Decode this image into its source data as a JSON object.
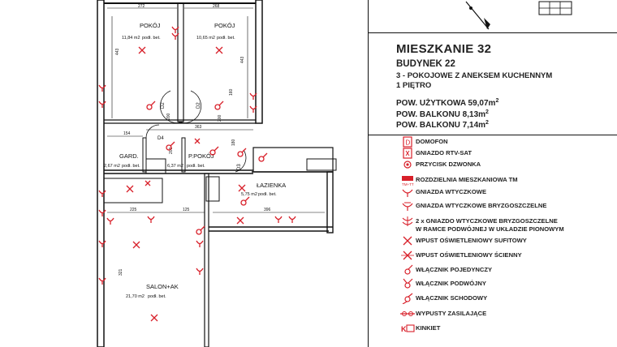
{
  "plan": {
    "rooms": [
      {
        "name": "POKÓJ",
        "area": "11,84 m2",
        "floor": "podł. bet."
      },
      {
        "name": "POKÓJ",
        "area": "10,65 m2",
        "floor": "podł. bet."
      },
      {
        "name": "GARD.",
        "area": "2,67 m2",
        "floor": "podł. bet."
      },
      {
        "name": "P.POKÓJ",
        "area": "6,37 m2",
        "floor": "podł. bet."
      },
      {
        "name": "ŁAZIENKA",
        "area": "5,75 m2",
        "floor": "podł. bet."
      },
      {
        "name": "SALON+AK",
        "area": "21,70 m2",
        "floor": "podł. bet."
      }
    ],
    "doors": [
      "D2",
      "D2",
      "D4",
      "D3"
    ],
    "dims": [
      "272",
      "268",
      "443",
      "443",
      "154",
      "363",
      "200",
      "200",
      "200",
      "180",
      "225",
      "125",
      "396",
      "321",
      "160"
    ]
  },
  "info": {
    "title": "MIESZKANIE 32",
    "building": "BUDYNEK 22",
    "type": "3 - POKOJOWE Z ANEKSEM KUCHENNYM",
    "floor": "1 PIĘTRO",
    "area_usable": "POW. UŻYTKOWA 59,07m",
    "area_usable_sup": "2",
    "balcony1": "POW. BALKONU 8,13m",
    "balcony1_sup": "2",
    "balcony2": "POW. BALKONU 7,14m",
    "balcony2_sup": "2"
  },
  "legend": [
    {
      "icon": "domofon-icon",
      "label": "DOMOFON"
    },
    {
      "icon": "tv-sat-socket-icon",
      "label": "GNIAZDO RTV-SAT"
    },
    {
      "icon": "doorbell-button-icon",
      "label": "PRZYCISK DZWONKA"
    },
    {
      "icon": "distribution-board-icon",
      "label": "ROZDZIELNIA MIESZKANIOWA TM"
    },
    {
      "icon": "socket-icon",
      "label": "GNIAZDA WTYCZKOWE"
    },
    {
      "icon": "splashproof-socket-icon",
      "label": "GNIAZDA WTYCZKOWE BRYZGOSZCZELNE"
    },
    {
      "icon": "double-socket-icon",
      "label": "2 x GNIAZDO WTYCZKOWE BRYZGOSZCZELNE",
      "label2": "W RAMCE PODWÓJNEJ W UKŁADZIE PIONOWYM"
    },
    {
      "icon": "ceiling-light-icon",
      "label": "WPUST OŚWIETLENIOWY SUFITOWY"
    },
    {
      "icon": "wall-light-icon",
      "label": "WPUST OŚWIETLENIOWY ŚCIENNY"
    },
    {
      "icon": "single-switch-icon",
      "label": "WŁĄCZNIK POJEDYNCZY"
    },
    {
      "icon": "double-switch-icon",
      "label": "WŁĄCZNIK PODWÓJNY"
    },
    {
      "icon": "stair-switch-icon",
      "label": "WŁĄCZNIK SCHODOWY"
    },
    {
      "icon": "power-outlet-icon",
      "label": "WYPUSTY ZASILAJĄCE"
    },
    {
      "icon": "wall-lamp-icon",
      "label": "KINKIET"
    }
  ],
  "colors": {
    "red": "#d8202a",
    "line": "#111111",
    "green": "#2e8b3a"
  }
}
